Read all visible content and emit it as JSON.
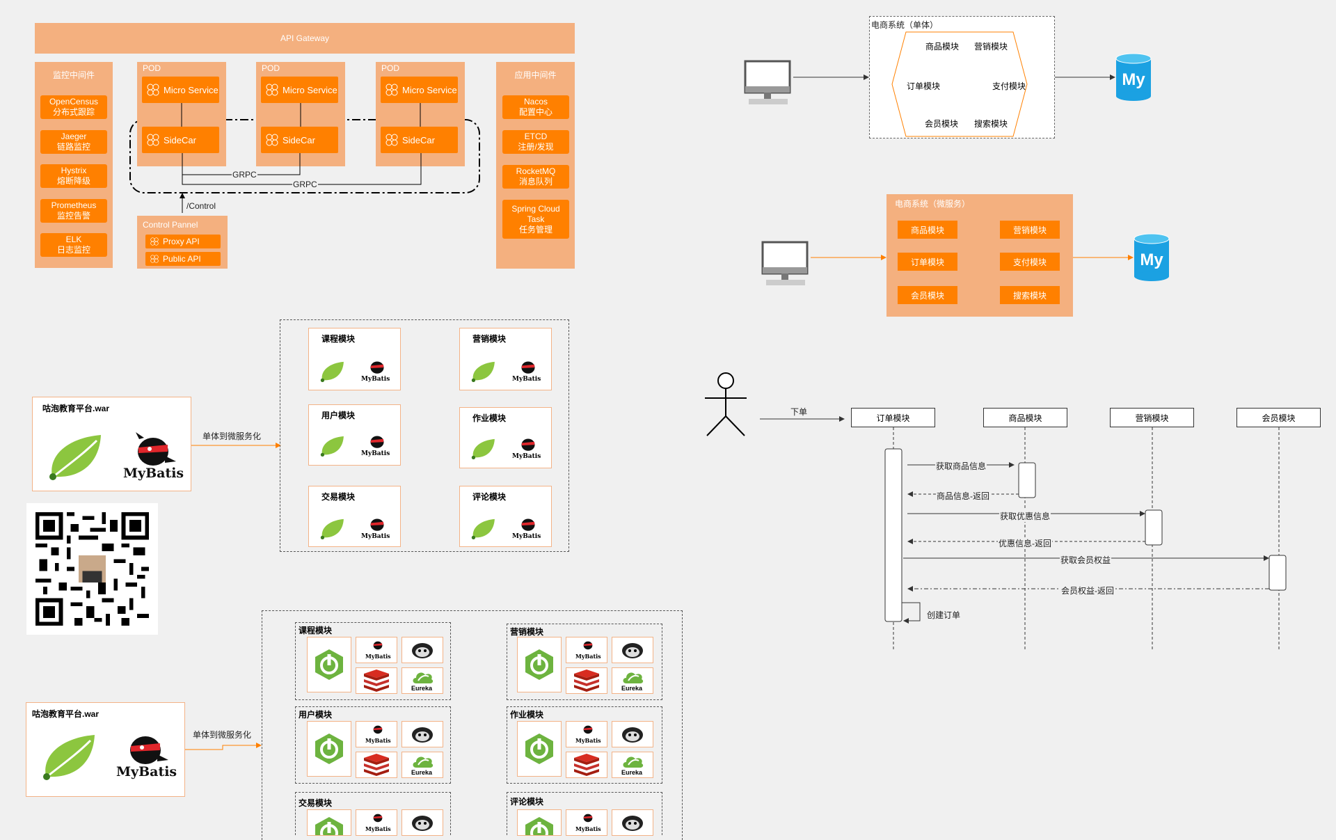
{
  "arch": {
    "gateway": "API Gateway",
    "monitor": {
      "title": "监控中间件",
      "items": [
        {
          "name": "OpenCensus",
          "desc": "分布式跟踪"
        },
        {
          "name": "Jaeger",
          "desc": "链路监控"
        },
        {
          "name": "Hystrix",
          "desc": "熔断降级"
        },
        {
          "name": "Prometheus",
          "desc": "监控告警"
        },
        {
          "name": "ELK",
          "desc": "日志监控"
        }
      ]
    },
    "pods": [
      {
        "label": "POD",
        "service": "Micro Service",
        "sidecar": "SideCar"
      },
      {
        "label": "POD",
        "service": "Micro Service",
        "sidecar": "SideCar"
      },
      {
        "label": "POD",
        "service": "Micro Service",
        "sidecar": "SideCar"
      }
    ],
    "grpc1": "GRPC",
    "grpc2": "GRPC",
    "control_label": "/Control",
    "control_panel": {
      "title": "Control Pannel",
      "items": [
        "Proxy API",
        "Public API"
      ]
    },
    "app_mw": {
      "title": "应用中间件",
      "items": [
        {
          "name": "Nacos",
          "desc": "配置中心"
        },
        {
          "name": "ETCD",
          "desc": "注册/发现"
        },
        {
          "name": "RocketMQ",
          "desc": "消息队列"
        },
        {
          "name": "Spring Cloud Task",
          "desc": "任务管理"
        }
      ]
    }
  },
  "monolith": {
    "title": "电商系统（单体）",
    "modules": [
      "商品模块",
      "营销模块",
      "订单模块",
      "支付模块",
      "会员模块",
      "搜索模块"
    ],
    "db_label": "My"
  },
  "micro": {
    "title": "电商系统（微服务）",
    "modules": [
      "商品模块",
      "营销模块",
      "订单模块",
      "支付模块",
      "会员模块",
      "搜索模块"
    ],
    "db_label": "My"
  },
  "war1": {
    "title": "咕泡教育平台.war",
    "arrow": "单体到微服务化",
    "mybatis": "MyBatis"
  },
  "mods1": [
    {
      "title": "课程模块"
    },
    {
      "title": "营销模块"
    },
    {
      "title": "用户模块"
    },
    {
      "title": "作业模块"
    },
    {
      "title": "交易模块"
    },
    {
      "title": "评论模块"
    }
  ],
  "war2": {
    "title": "咕泡教育平台.war",
    "arrow": "单体到微服务化",
    "mybatis": "MyBatis"
  },
  "mods2": [
    {
      "title": "课程模块"
    },
    {
      "title": "营销模块"
    },
    {
      "title": "用户模块"
    },
    {
      "title": "作业模块"
    },
    {
      "title": "交易模块"
    },
    {
      "title": "评论模块"
    }
  ],
  "logos": {
    "mybatis": "MyBatis",
    "eureka": "Eureka"
  },
  "seq": {
    "actor_msg": "下单",
    "participants": [
      "订单模块",
      "商品模块",
      "营销模块",
      "会员模块"
    ],
    "messages": [
      "获取商品信息",
      "商品信息-返回",
      "获取优惠信息",
      "优惠信息-返回",
      "获取会员权益",
      "会员权益-返回",
      "创建订单"
    ]
  },
  "colors": {
    "orange": "#ff8000",
    "light_orange": "#f4b07f",
    "cyan": "#1ba1e2",
    "spring_green": "#6db33f"
  }
}
